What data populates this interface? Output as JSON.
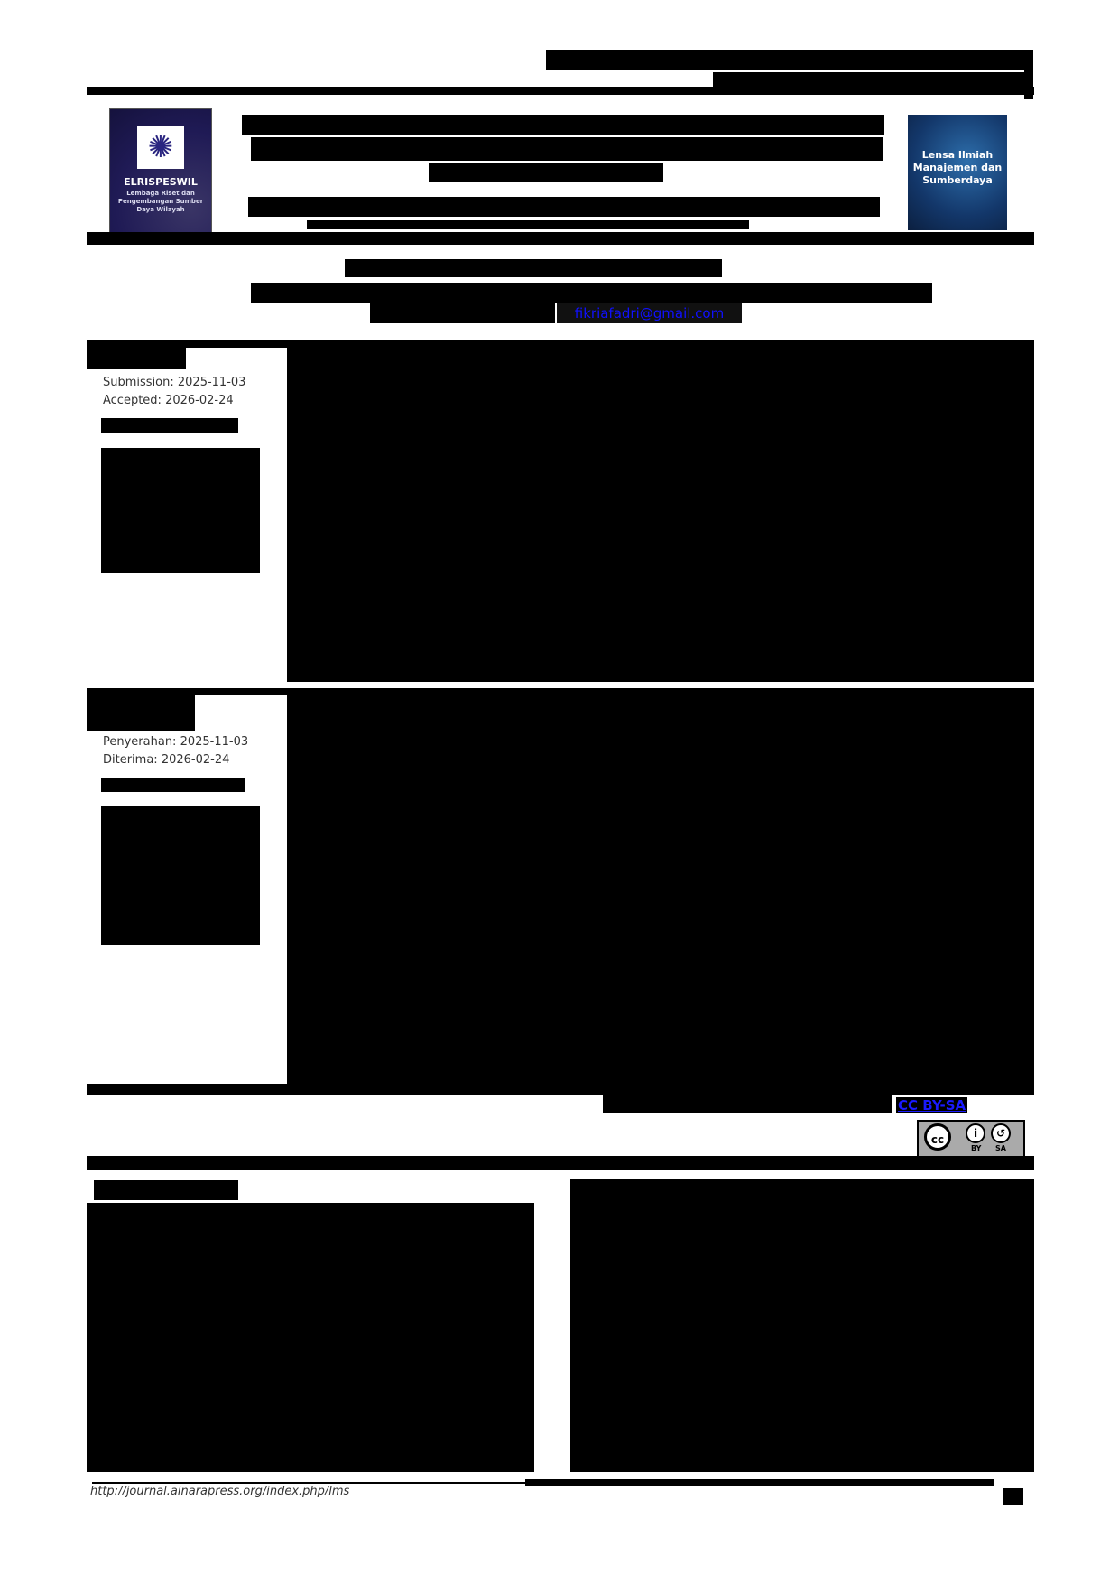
{
  "header": {
    "journal_left_logo": {
      "icon": "network-asterisk-icon",
      "title": "ELRISPESWIL",
      "subtitle": "Lembaga Riset dan Pengembangan Sumber Daya Wilayah"
    },
    "journal_right_logo": {
      "title": "Lensa Ilmiah Manajemen dan Sumberdaya"
    }
  },
  "authors": {
    "email": "fikriafadri@gmail.com"
  },
  "article_info_en": {
    "submission": "Submission: 2025-11-03",
    "accepted": "Accepted: 2026-02-24"
  },
  "article_info_id": {
    "submission": "Penyerahan: 2025-11-03",
    "accepted": "Diterima: 2026-02-24"
  },
  "license": {
    "link_text": "CC BY-SA",
    "badge_by": "BY",
    "badge_sa": "SA",
    "badge_cc": "cc"
  },
  "footer": {
    "url": "http://journal.ainarapress.org/index.php/lms"
  }
}
